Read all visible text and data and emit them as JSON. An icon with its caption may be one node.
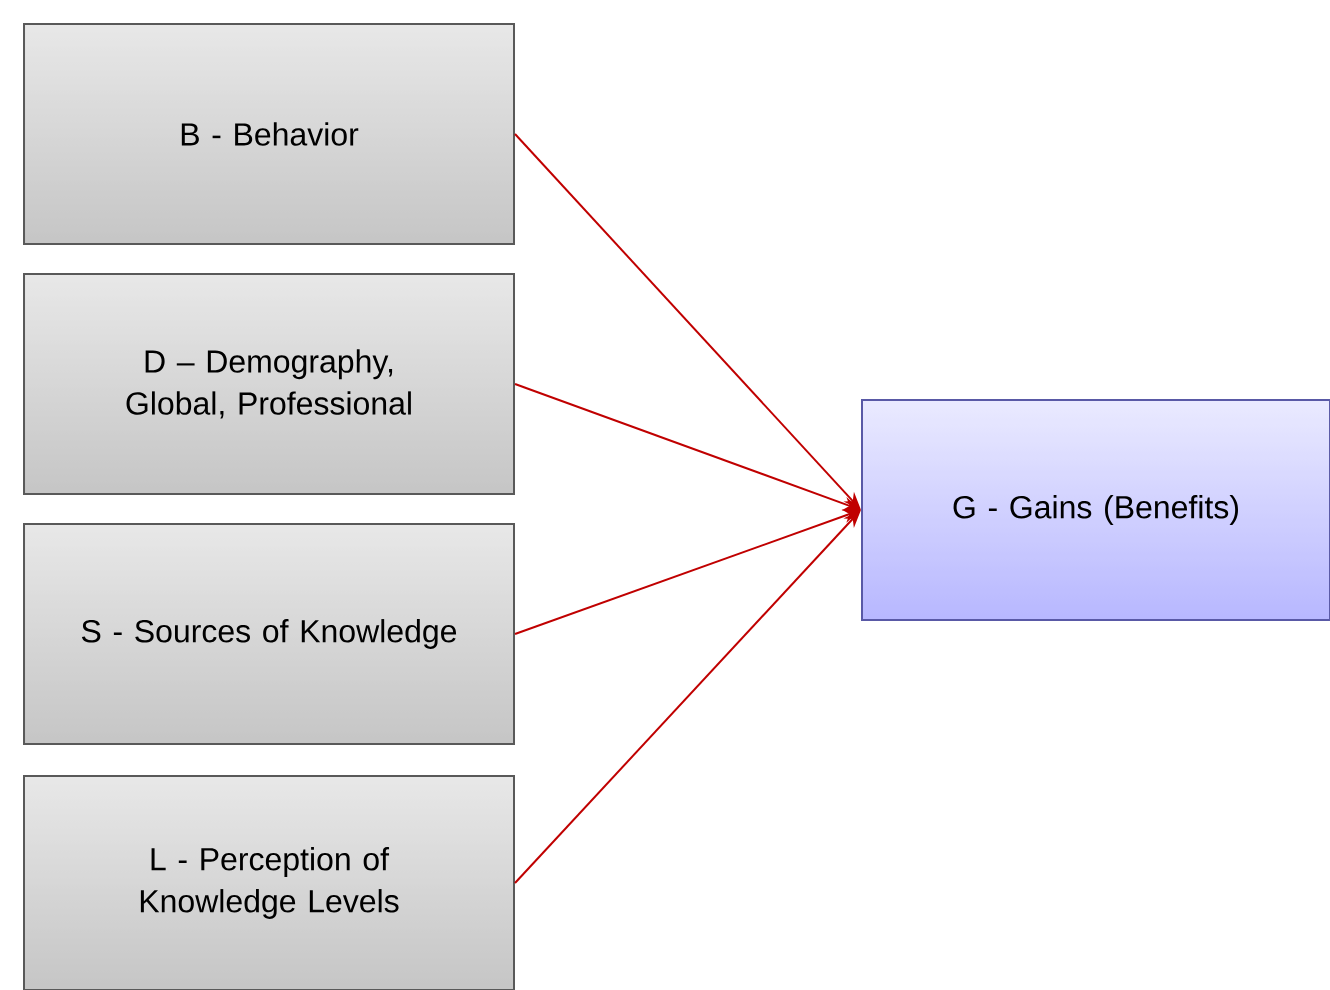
{
  "diagram": {
    "nodes": [
      {
        "text": [
          "B - Behavior"
        ]
      },
      {
        "text": [
          "D – Demography, Global, Professional"
        ]
      },
      {
        "text": [
          "S - Sources of Knowledge"
        ]
      },
      {
        "text": [
          "L - Perception of Knowledge Levels"
        ]
      },
      {
        "text": [
          "G - Gains (Benefits)"
        ]
      }
    ],
    "edges": [
      {
        "from": 0,
        "to": 4,
        "arrow": "to"
      },
      {
        "from": 1,
        "to": 4,
        "arrow": "to"
      },
      {
        "from": 2,
        "to": 4,
        "arrow": "to"
      },
      {
        "from": 3,
        "to": 4,
        "arrow": "to"
      }
    ]
  }
}
